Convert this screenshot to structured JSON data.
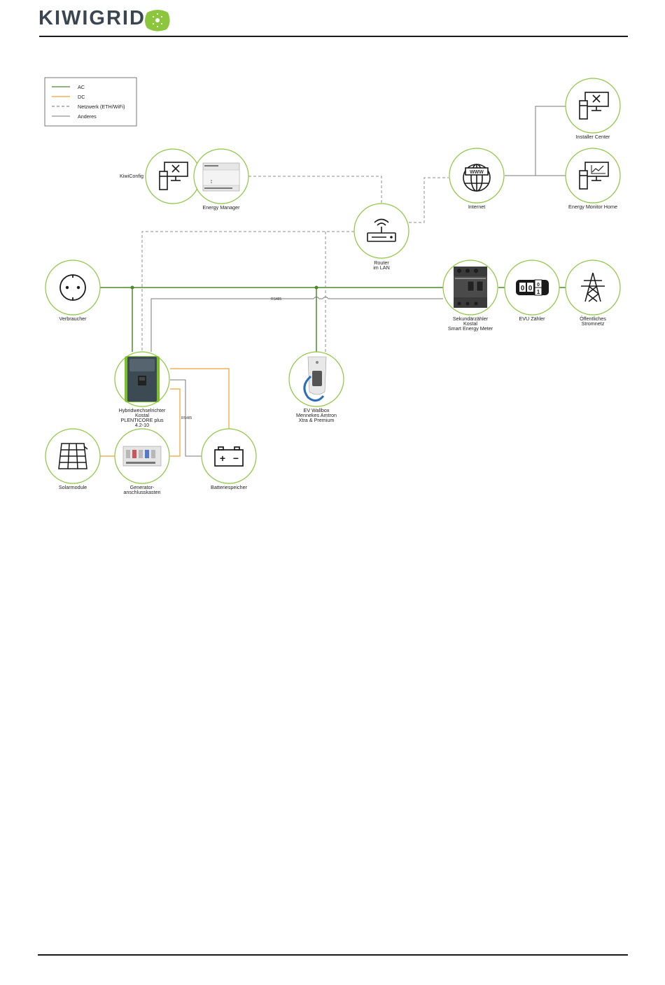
{
  "header": {
    "brand": "KIWIGRID",
    "logo_color": "#8cc63f"
  },
  "colors": {
    "ac": "#4a8a2c",
    "dc": "#f0a030",
    "network": "#8c8c8c",
    "other": "#7a7a7a",
    "circle_border": "#8cc63f",
    "icon": "#1a1a1a"
  },
  "legend": {
    "items": [
      {
        "label": "AC",
        "style": "ac"
      },
      {
        "label": "DC",
        "style": "dc"
      },
      {
        "label": "Netzwerk (ETH/WiFi)",
        "style": "network"
      },
      {
        "label": "Anderes",
        "style": "other"
      }
    ]
  },
  "nodes": {
    "kiwiconfig": {
      "label": "KiwiConfig",
      "icon": "computer-tools-icon"
    },
    "energy_manager": {
      "label": "Energy Manager",
      "icon": "din-rail-device-image"
    },
    "router": {
      "label_lines": [
        "Router",
        "im LAN"
      ],
      "icon": "router-icon"
    },
    "internet": {
      "label": "Internet",
      "icon": "www-globe-icon"
    },
    "installer_center": {
      "label": "Installer Center",
      "icon": "computer-tools-icon"
    },
    "energy_monitor_home": {
      "label": "Energy Monitor Home",
      "icon": "computer-chart-icon"
    },
    "verbraucher": {
      "label": "Verbraucher",
      "icon": "power-socket-icon"
    },
    "sekundaerzaehler": {
      "label_lines": [
        "Sekundärzähler",
        "Kostal",
        "Smart Energy Meter"
      ],
      "icon": "smart-meter-image"
    },
    "evu_zaehler": {
      "label": "EVU Zähler",
      "icon": "meter-counter-icon",
      "digits": [
        "0",
        "0",
        "0",
        "1"
      ]
    },
    "stromnetz": {
      "label_lines": [
        "Öffentliches",
        "Stromnetz"
      ],
      "icon": "pylon-icon"
    },
    "wechselrichter": {
      "label_lines": [
        "Hybridwechselrichter",
        "Kostal",
        "PLENTICORE plus",
        "4.2-10"
      ],
      "icon": "inverter-image"
    },
    "wallbox": {
      "label_lines": [
        "EV Wallbox",
        "Mennekes Amtron",
        "Xtra & Premium"
      ],
      "icon": "wallbox-image"
    },
    "solarmodule": {
      "label": "Solarmodule",
      "icon": "solar-panel-icon"
    },
    "generatoranschluss": {
      "label_lines": [
        "Generator-",
        "anschlusskasten"
      ],
      "icon": "junction-box-image"
    },
    "batteriespeicher": {
      "label": "Batteriespeicher",
      "icon": "battery-icon",
      "plus": "+",
      "minus": "−"
    }
  },
  "connection_labels": {
    "rs485_bus": "RS485",
    "rs485_battery": "RS485",
    "www": "WWW"
  }
}
